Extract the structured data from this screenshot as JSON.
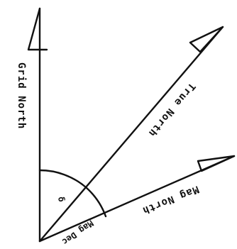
{
  "diagram": {
    "labels": {
      "grid_north": "Grid North",
      "true_north": "True North",
      "mag_north": "Mag North",
      "grid_true_angle": "δ",
      "true_mag_angle": "Mag Dec"
    }
  }
}
